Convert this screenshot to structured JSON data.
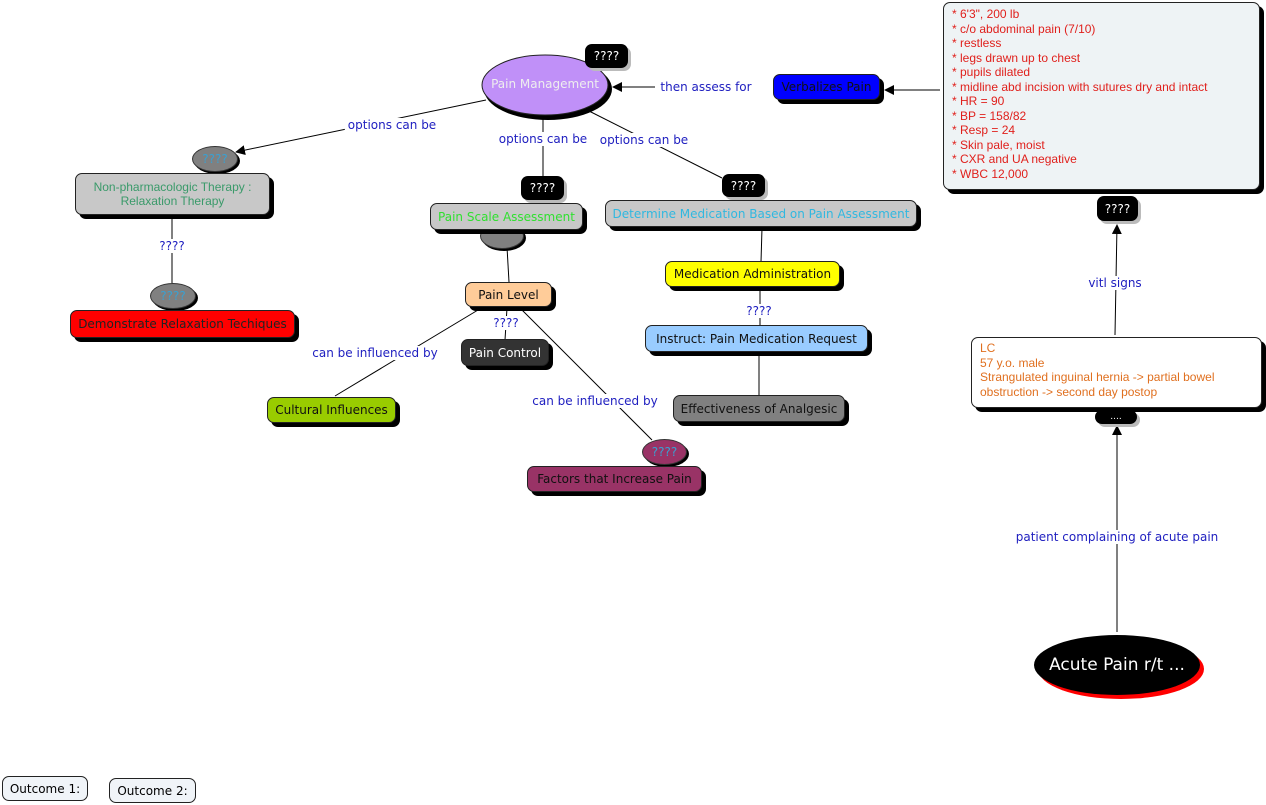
{
  "nodes": {
    "pain_management": "Pain Management",
    "verbalizes_pain": "Verbalizes Pain",
    "assessment_notes": [
      "* 6'3\", 200 lb",
      "* c/o abdominal pain (7/10)",
      "* restless",
      "* legs drawn up to chest",
      "* pupils dilated",
      "* midline abd incision with sutures dry and intact",
      "* HR = 90",
      "* BP = 158/82",
      "* Resp = 24",
      "* Skin pale, moist",
      "* CXR and UA negative",
      "* WBC 12,000"
    ],
    "patient_info": [
      "LC",
      "57 y.o. male",
      "Strangulated inguinal hernia -> partial bowel",
      "obstruction -> second day postop"
    ],
    "acute_pain": "Acute Pain r/t ...",
    "non_pharm": "Non-pharmacologic Therapy : Relaxation Therapy",
    "demonstrate": "Demonstrate Relaxation Techiques",
    "pain_scale": "Pain Scale Assessment",
    "determine_med": "Determine Medication Based on Pain Assessment",
    "med_admin": "Medication Administration",
    "instruct": "Instruct: Pain Medication Request",
    "effectiveness": "Effectiveness of Analgesic",
    "pain_level": "Pain Level",
    "pain_control": "Pain Control",
    "cultural": "Cultural Influences",
    "factors": "Factors that Increase Pain",
    "outcome1": "Outcome 1:",
    "outcome2": "Outcome 2:"
  },
  "links": {
    "then_assess_for": "then assess for",
    "vitl_signs": "vitl signs",
    "patient_complaining": "patient complaining of acute pain",
    "options_can_be": "options can be",
    "unknown": "????",
    "can_be_influenced_by": "can be influenced by",
    "dots": "...."
  },
  "colors": {
    "link_text": "#2020c0",
    "notes_text": "#e0201c",
    "patient_text": "#e07020"
  }
}
